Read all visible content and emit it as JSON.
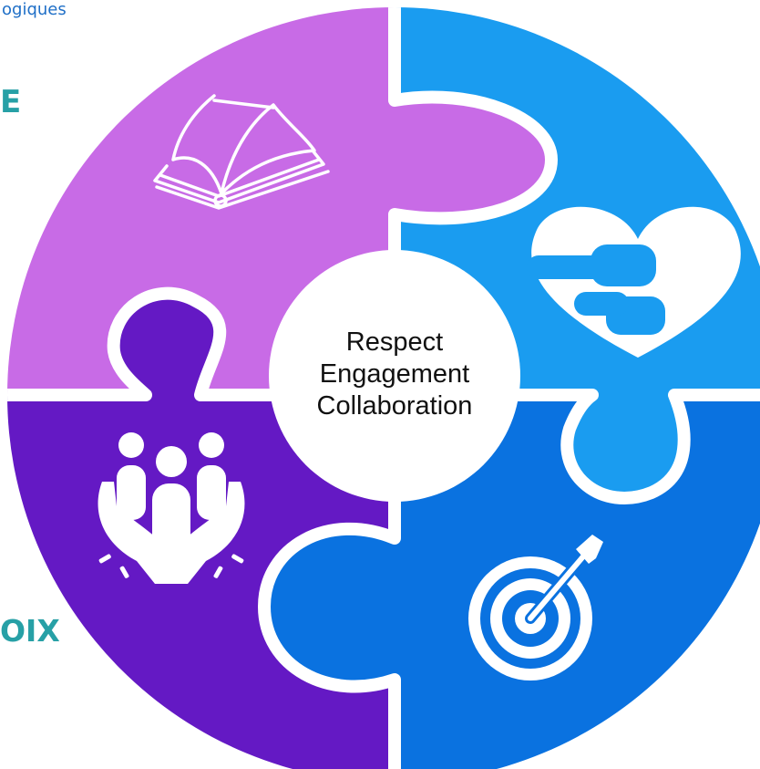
{
  "edge_text": {
    "top": "ogiques",
    "left_letter": "E",
    "bottom_left": "OIX"
  },
  "center": {
    "lines": [
      "Respect",
      "Engagement",
      "Collaboration"
    ]
  },
  "pieces": [
    {
      "position": "top-left",
      "color": "#c86be6",
      "icon": "open-book-icon"
    },
    {
      "position": "top-right",
      "color": "#1a9cf0",
      "icon": "heart-hug-icon"
    },
    {
      "position": "bottom-left",
      "color": "#6419c4",
      "icon": "community-hands-icon"
    },
    {
      "position": "bottom-right",
      "color": "#0a72e0",
      "icon": "target-arrow-icon"
    }
  ],
  "colors": {
    "accent_teal": "#27a0a6",
    "link_blue": "#1f6fc7",
    "gap": "#ffffff"
  }
}
